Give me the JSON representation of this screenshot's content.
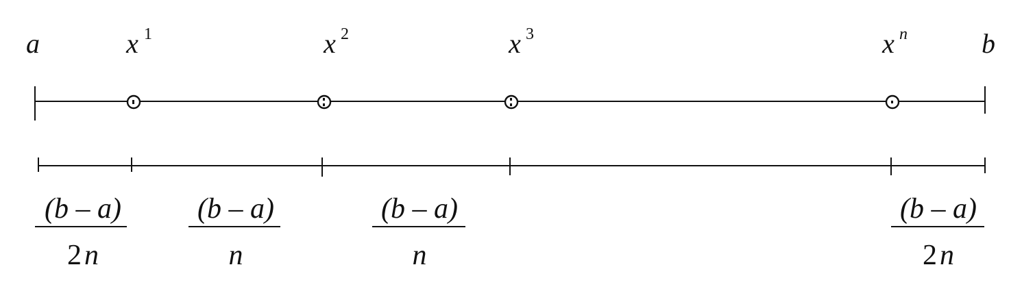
{
  "endpoints": {
    "left": "a",
    "right": "b"
  },
  "points": [
    {
      "base": "x",
      "sup": "1"
    },
    {
      "base": "x",
      "sup": "2"
    },
    {
      "base": "x",
      "sup": "3"
    },
    {
      "base": "x",
      "sup": "n"
    }
  ],
  "intervals": [
    {
      "numerator": "(b – a)",
      "denominator_num": "2",
      "denominator_var": "n"
    },
    {
      "numerator": "(b – a)",
      "denominator_num": "",
      "denominator_var": "n"
    },
    {
      "numerator": "(b – a)",
      "denominator_num": "",
      "denominator_var": "n"
    },
    {
      "numerator": "(b – a)",
      "denominator_num": "2",
      "denominator_var": "n"
    }
  ],
  "colors": {
    "ink": "#111111",
    "background": "#ffffff"
  }
}
